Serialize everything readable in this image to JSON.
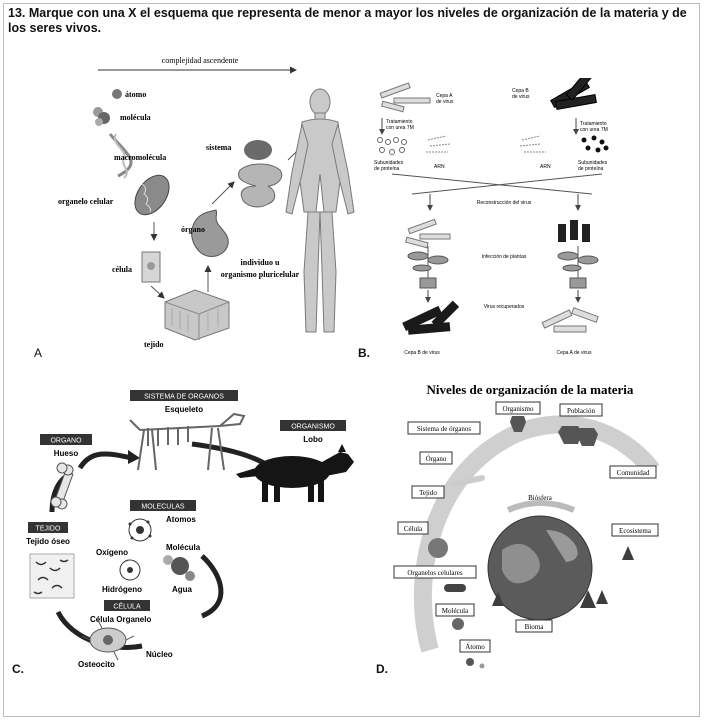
{
  "question": "13. Marque con una X el esquema que representa de menor a mayor los niveles de organización de la materia y de los seres vivos.",
  "option_labels": {
    "a": "A",
    "b": "B.",
    "c": "C.",
    "d": "D."
  },
  "panel_a": {
    "arrow_label": "complejidad ascendente",
    "atomo": "átomo",
    "molecula": "molécula",
    "macromolecula": "macromolécula",
    "organelo": "organelo celular",
    "celula": "célula",
    "tejido": "tejido",
    "organo": "órgano",
    "sistema": "sistema",
    "individuo_1": "individuo u",
    "individuo_2": "organismo pluricelular"
  },
  "panel_b": {
    "cepa_a_1": "Cepa A",
    "cepa_a_2": "de virus",
    "cepa_b_1": "Cepa B",
    "cepa_b_2": "de virus",
    "trat_1": "Tratamiento",
    "trat_2": "con urea 7M",
    "sub_1": "Subunidades",
    "sub_2": "de proteína",
    "arn": "ARN",
    "reconstruccion": "Reconstrucción del virus",
    "infeccion": "Infección de plantas",
    "recuperados": "Virus recuperados",
    "result_b": "Cepa B de virus",
    "result_a": "Cepa A de virus"
  },
  "panel_c": {
    "sistema_tag": "SISTEMA DE ORGANOS",
    "esqueleto": "Esqueleto",
    "organismo_tag": "ORGANISMO",
    "lobo": "Lobo",
    "organo_tag": "ORGANO",
    "hueso": "Hueso",
    "tejido_tag": "TEJIDO",
    "tejido_oseo": "Tejido óseo",
    "moleculas_tag": "MOLECULAS",
    "atomos": "Atomos",
    "oxigeno": "Oxígeno",
    "molecula": "Molécula",
    "hidrogeno": "Hidrógeno",
    "agua": "Agua",
    "celula_tag": "CÉLULA",
    "celula_organelo": "Célula Organelo",
    "nucleo": "Núcleo",
    "osteocito": "Osteocito"
  },
  "panel_d": {
    "title": "Niveles de organización de la materia",
    "organismo": "Organismo",
    "poblacion": "Población",
    "sistema": "Sistema de órganos",
    "organo": "Órgano",
    "comunidad": "Comunidad",
    "tejido": "Tejido",
    "biosfera": "Biósfera",
    "celula": "Célula",
    "ecosistema": "Ecosistema",
    "organelos": "Organelos celulares",
    "molecula": "Molécula",
    "bioma": "Bioma",
    "atomo": "Átomo"
  }
}
